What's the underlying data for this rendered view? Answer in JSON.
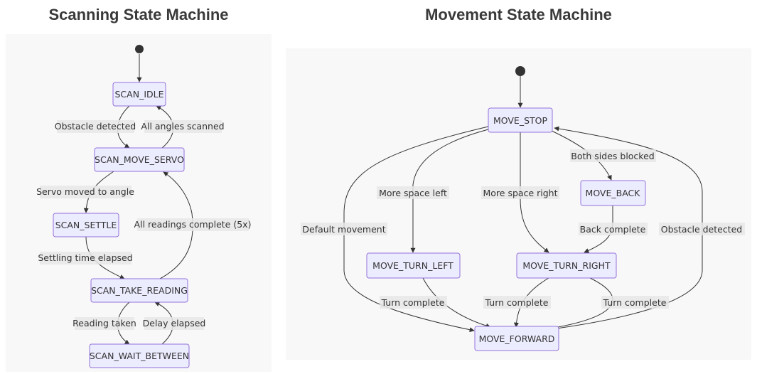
{
  "titles": {
    "scanning": "Scanning State Machine",
    "movement": "Movement State Machine"
  },
  "scanning": {
    "states": {
      "idle": "SCAN_IDLE",
      "move_servo": "SCAN_MOVE_SERVO",
      "settle": "SCAN_SETTLE",
      "take_reading": "SCAN_TAKE_READING",
      "wait_between": "SCAN_WAIT_BETWEEN"
    },
    "transitions": {
      "obstacle_detected": "Obstacle detected",
      "all_angles_scanned": "All angles scanned",
      "servo_moved": "Servo moved to angle",
      "all_readings_complete": "All readings complete (5x)",
      "settling_elapsed": "Settling time elapsed",
      "reading_taken": "Reading taken",
      "delay_elapsed": "Delay elapsed"
    }
  },
  "movement": {
    "states": {
      "stop": "MOVE_STOP",
      "back": "MOVE_BACK",
      "turn_left": "MOVE_TURN_LEFT",
      "turn_right": "MOVE_TURN_RIGHT",
      "forward": "MOVE_FORWARD"
    },
    "transitions": {
      "both_sides_blocked": "Both sides blocked",
      "more_space_left": "More space left",
      "more_space_right": "More space right",
      "default_movement": "Default movement",
      "back_complete": "Back complete",
      "obstacle_detected": "Obstacle detected",
      "turn_complete_left": "Turn complete",
      "turn_complete_right_1": "Turn complete",
      "turn_complete_right_2": "Turn complete"
    }
  }
}
